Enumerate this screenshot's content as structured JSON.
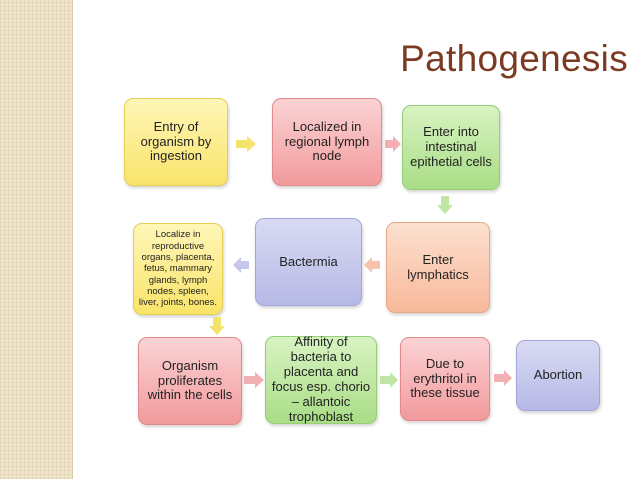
{
  "title": "Pathogenesis",
  "nodes": {
    "entry": "Entry of organism by ingestion",
    "localized_lymph": "Localized in regional lymph node",
    "enter_epithelial": "Enter into intestinal epithetial cells",
    "enter_lymphatics": "Enter lymphatics",
    "bactermia": "Bactermia",
    "localize_reproductive": "Localize in reproductive organs, placenta, fetus, mammary glands, lymph nodes, spleen, liver, joints, bones.",
    "proliferates": "Organism proliferates within the cells",
    "affinity": "Affinity of bacteria to placenta and focus esp. chorio – allantoic trophoblast",
    "erythritol": "Due to erythritol in these tissue",
    "abortion": "Abortion"
  },
  "colors": {
    "title": "#7b3a22",
    "yellow": "#f9e46a",
    "pink": "#f29a9c",
    "green": "#a9dd86",
    "peach": "#f7b99b",
    "blue": "#b6b9e6",
    "arrow_yellow": "#f4e36b",
    "arrow_pink": "#f3b0b3",
    "arrow_green": "#bfe6a4",
    "arrow_blue": "#c4c7ea",
    "arrow_peach": "#f6c2ac"
  }
}
